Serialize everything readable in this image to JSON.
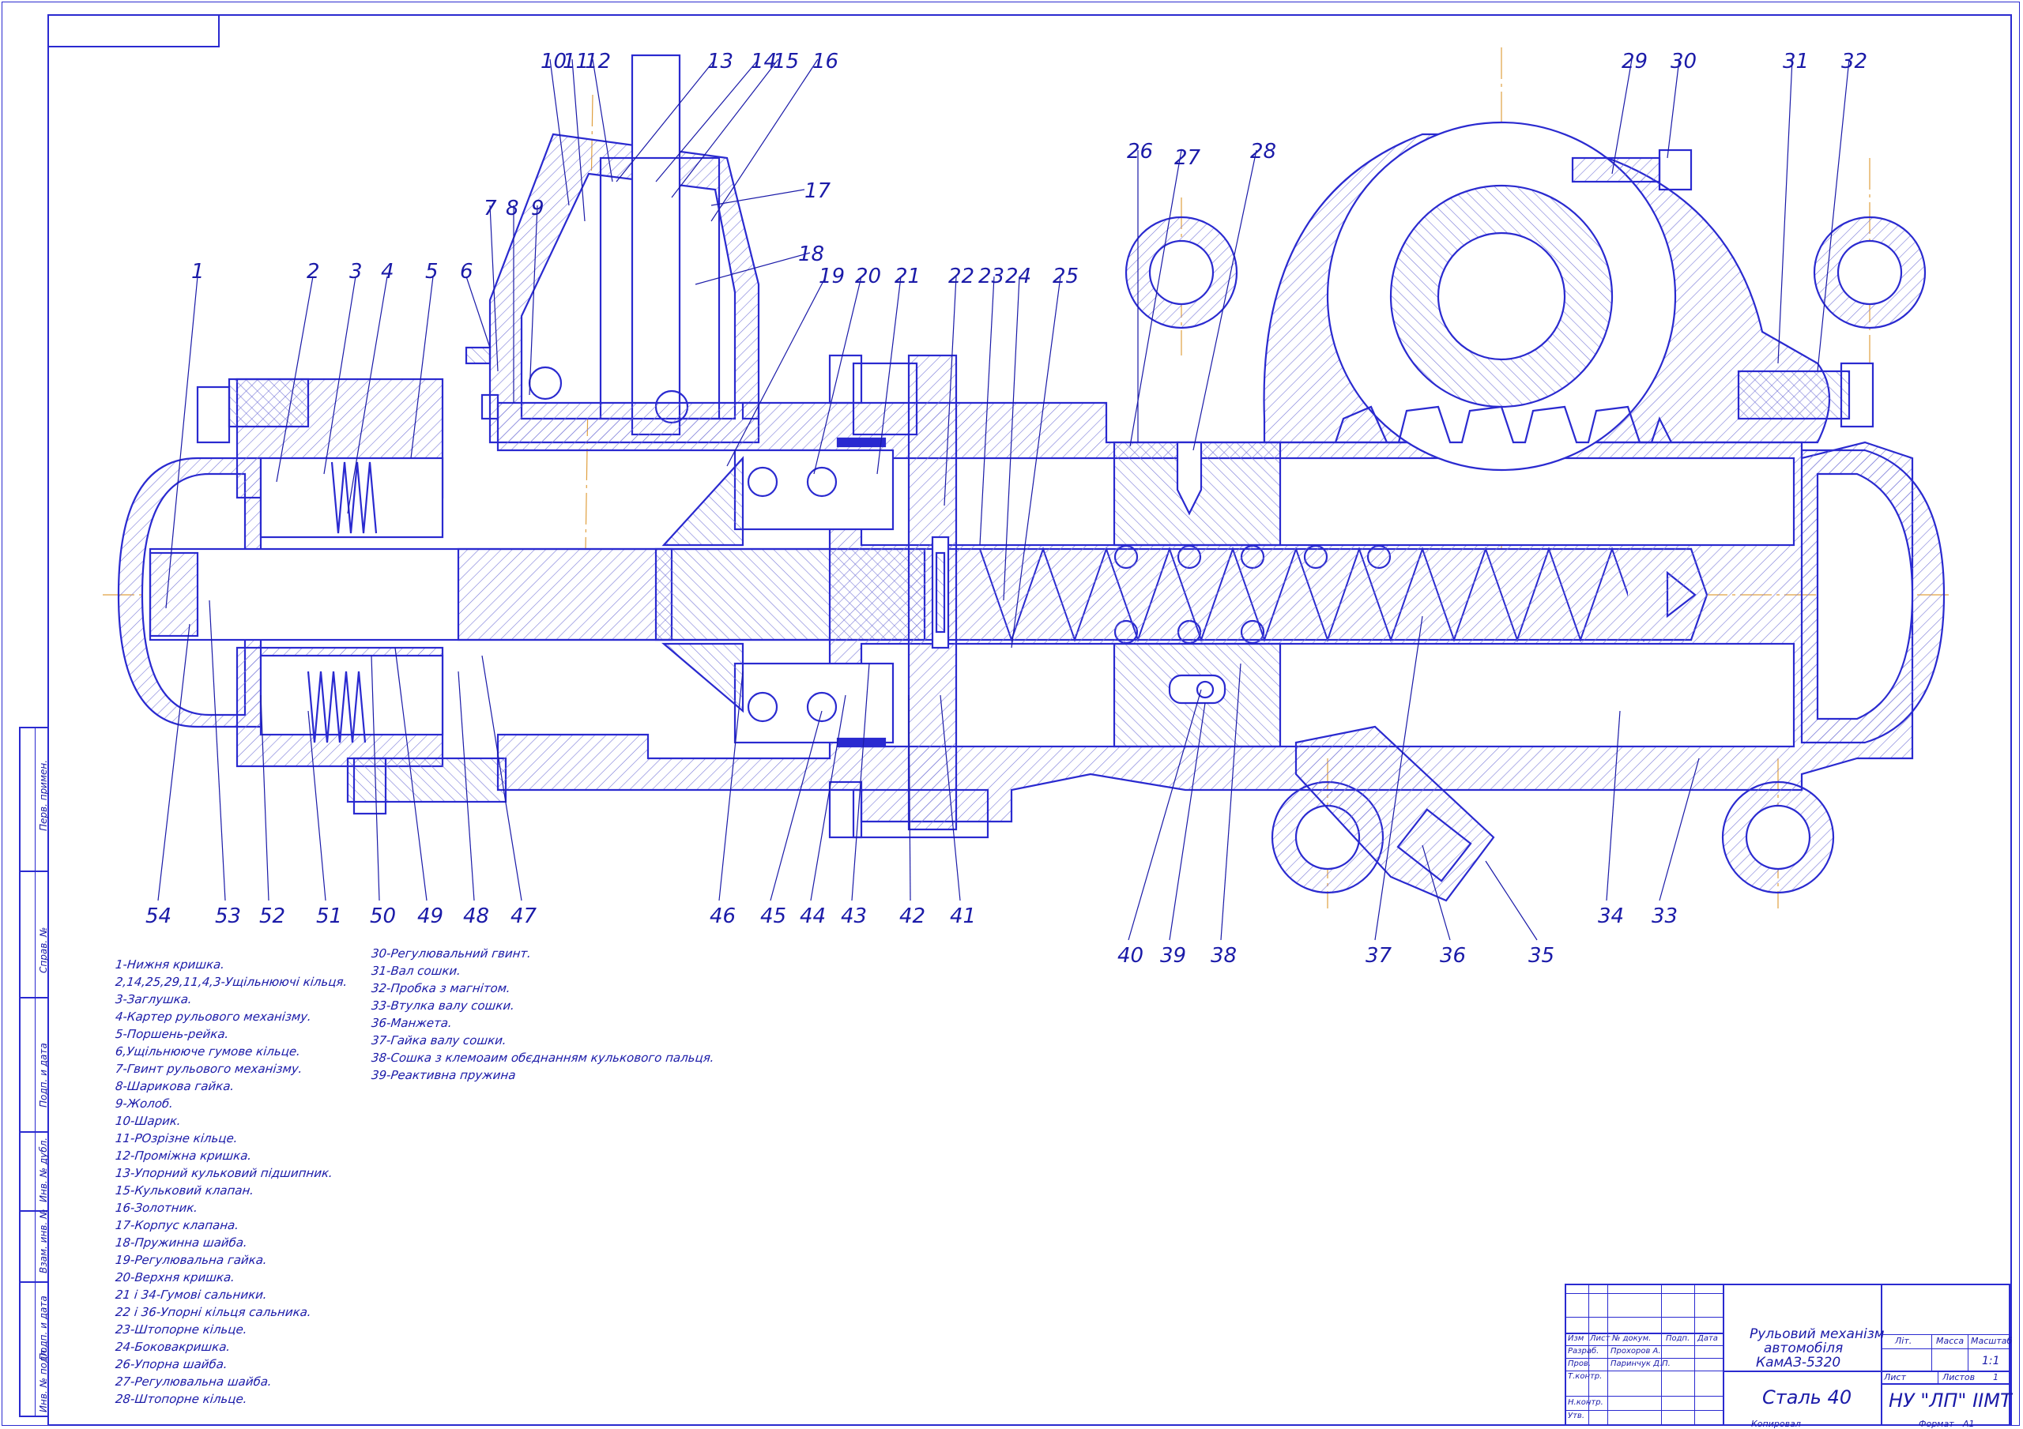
{
  "callouts": [
    "1",
    "2",
    "3",
    "4",
    "5",
    "6",
    "7",
    "8",
    "9",
    "10",
    "11",
    "12",
    "13",
    "14",
    "15",
    "16",
    "17",
    "18",
    "19",
    "20",
    "21",
    "22",
    "23",
    "24",
    "25",
    "26",
    "27",
    "28",
    "29",
    "30",
    "31",
    "32",
    "33",
    "34",
    "35",
    "36",
    "37",
    "38",
    "39",
    "40",
    "41",
    "42",
    "43",
    "44",
    "45",
    "46",
    "47",
    "48",
    "49",
    "50",
    "51",
    "52",
    "53",
    "54"
  ],
  "legend_left": [
    "1-Нижня кришка.",
    "2,14,25,29,11,4,3-Ущільнюючі кільця.",
    "3-Заглушка.",
    "4-Картер рульового механізму.",
    "5-Поршень-рейка.",
    "6,Ущільнююче гумове кільце.",
    "7-Гвинт рульового механізму.",
    "8-Шарикова гайка.",
    "9-Жолоб.",
    "10-Шарик.",
    "11-РОзрізне кільце.",
    "12-Проміжна кришка.",
    "13-Упорний кульковий підшипник.",
    "15-Кульковий клапан.",
    "16-Золотник.",
    "17-Корпус клапана.",
    "18-Пружинна шайба.",
    "19-Регулювальна гайка.",
    "20-Верхня кришка.",
    "21 і 34-Гумові сальники.",
    "22 і 36-Упорні кільця сальника.",
    "23-Штопорне кільце.",
    "24-Боковакришка.",
    "26-Упорна шайба.",
    "27-Регулювальна шайба.",
    "28-Штопорне кільце."
  ],
  "legend_right": [
    "30-Регулювальний гвинт.",
    "31-Вал сошки.",
    "32-Пробка з магнітом.",
    "33-Втулка валу сошки.",
    "36-Манжета.",
    "37-Гайка валу сошки.",
    "38-Сошка з клемоаим обєднанням кулькового пальця.",
    "39-Реактивна пружина"
  ],
  "title_block": {
    "title_line1": "Рульовий механізм",
    "title_line2": "автомобіля",
    "title_line3": "КамАЗ-5320",
    "material": "Сталь 40",
    "organization": "НУ \"ЛП\" ІІМТ",
    "col_headers": [
      "Изм",
      "Лист",
      "№ докум.",
      "Подп.",
      "Дата"
    ],
    "roles": [
      "Разраб.",
      "Пров.",
      "Т.контр.",
      "Н.контр.",
      "Утв."
    ],
    "developer": "Прохоров А.",
    "checker": "Паринчук Д.П.",
    "lit_label": "Літ.",
    "mass_label": "Масса",
    "scale_label": "Масштаб",
    "scale_value": "1:1",
    "sheet_label": "Лист",
    "sheets_label": "Листов",
    "sheets_value": "1",
    "copied_label": "Копировал",
    "format_label": "Формат",
    "format_value": "А1"
  },
  "side_stamp": [
    "Перв. примен.",
    "Справ. №",
    "Подп. и дата",
    "Инв. № дубл.",
    "Взам. инв. №",
    "Подп. и дата",
    "Инв. № подл."
  ],
  "colors": {
    "line": "#2a2ad0",
    "axis": "#e0a040",
    "text": "#1a1aa8",
    "hatch": "#7a7ad8"
  }
}
